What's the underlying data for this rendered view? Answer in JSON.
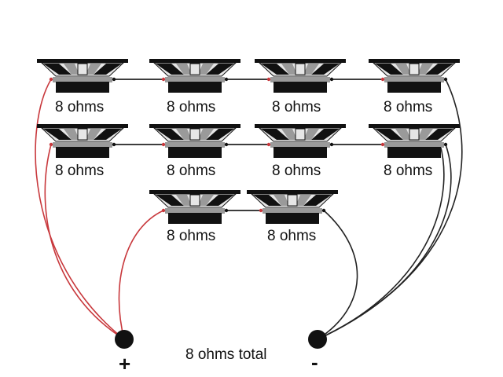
{
  "speakers": [
    {
      "label": "8 ohms"
    },
    {
      "label": "8 ohms"
    },
    {
      "label": "8 ohms"
    },
    {
      "label": "8 ohms"
    },
    {
      "label": "8 ohms"
    },
    {
      "label": "8 ohms"
    },
    {
      "label": "8 ohms"
    },
    {
      "label": "8 ohms"
    },
    {
      "label": "8 ohms"
    },
    {
      "label": "8 ohms"
    }
  ],
  "total_label": "8 ohms total",
  "terminals": {
    "positive": "+",
    "negative": "-"
  },
  "colors": {
    "positive_wire": "#c8383c",
    "negative_wire": "#222222",
    "speaker_dark": "#111111",
    "speaker_grey": "#9a9a9a",
    "speaker_light": "#e6e6e6"
  }
}
